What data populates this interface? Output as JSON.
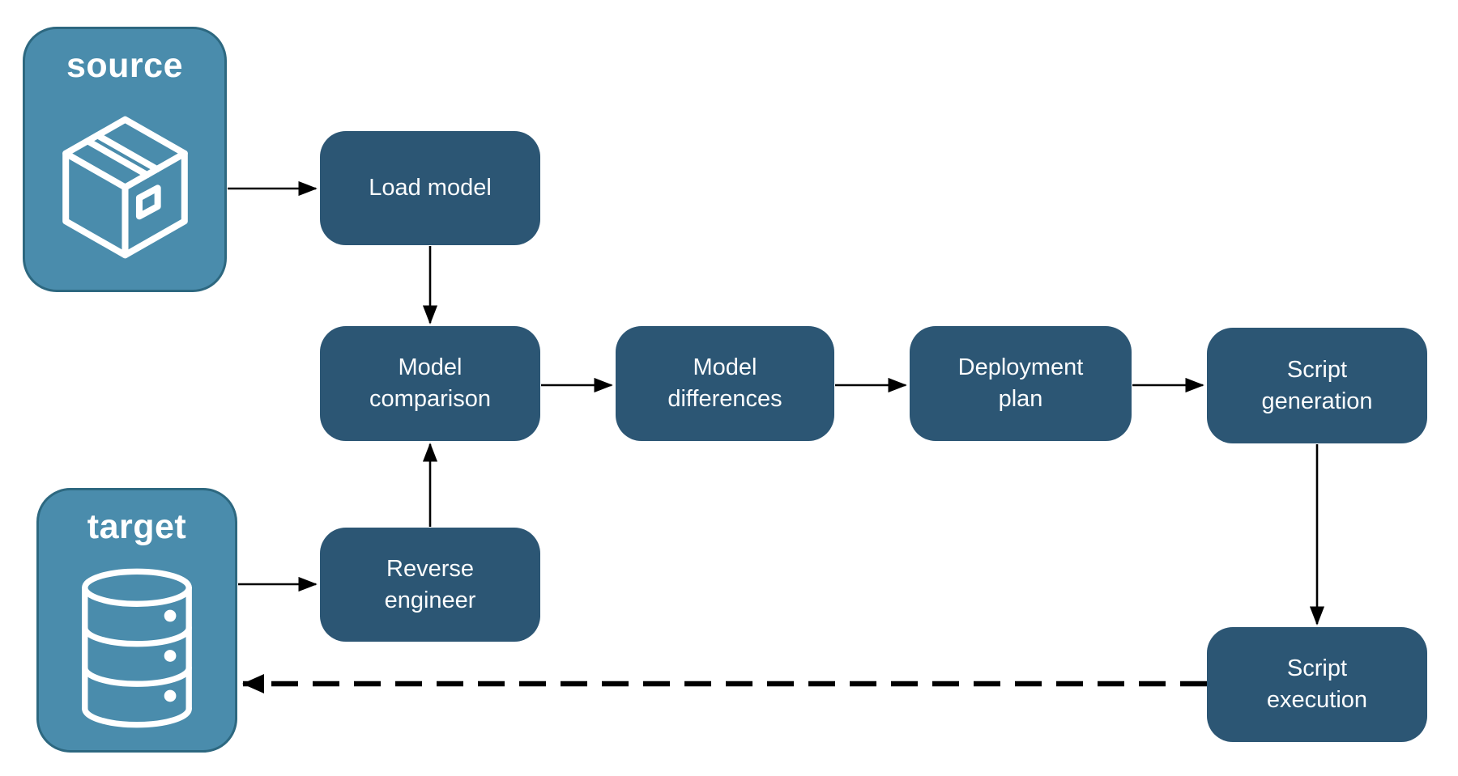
{
  "diagram": {
    "title": "model deployment pipeline flowchart",
    "background": "#ffffff",
    "colors": {
      "node_fill": "#2c5674",
      "container_fill": "#4a8cac",
      "container_border": "#2d6880",
      "text": "#ffffff",
      "arrow": "#000000"
    },
    "containers": {
      "source": {
        "label": "source",
        "icon": "package-icon"
      },
      "target": {
        "label": "target",
        "icon": "database-icon"
      }
    },
    "nodes": {
      "load_model": {
        "label": "Load model"
      },
      "model_comparison": {
        "label": "Model comparison"
      },
      "model_differences": {
        "label": "Model differences"
      },
      "deployment_plan": {
        "label": "Deployment plan"
      },
      "script_generation": {
        "label": "Script generation"
      },
      "reverse_engineer": {
        "label": "Reverse engineer"
      },
      "script_execution": {
        "label": "Script execution"
      }
    },
    "edges": [
      {
        "from": "source",
        "to": "load_model",
        "style": "solid"
      },
      {
        "from": "load_model",
        "to": "model_comparison",
        "style": "solid"
      },
      {
        "from": "target",
        "to": "reverse_engineer",
        "style": "solid"
      },
      {
        "from": "reverse_engineer",
        "to": "model_comparison",
        "style": "solid"
      },
      {
        "from": "model_comparison",
        "to": "model_differences",
        "style": "solid"
      },
      {
        "from": "model_differences",
        "to": "deployment_plan",
        "style": "solid"
      },
      {
        "from": "deployment_plan",
        "to": "script_generation",
        "style": "solid"
      },
      {
        "from": "script_generation",
        "to": "script_execution",
        "style": "solid"
      },
      {
        "from": "script_execution",
        "to": "target",
        "style": "dashed"
      }
    ]
  }
}
